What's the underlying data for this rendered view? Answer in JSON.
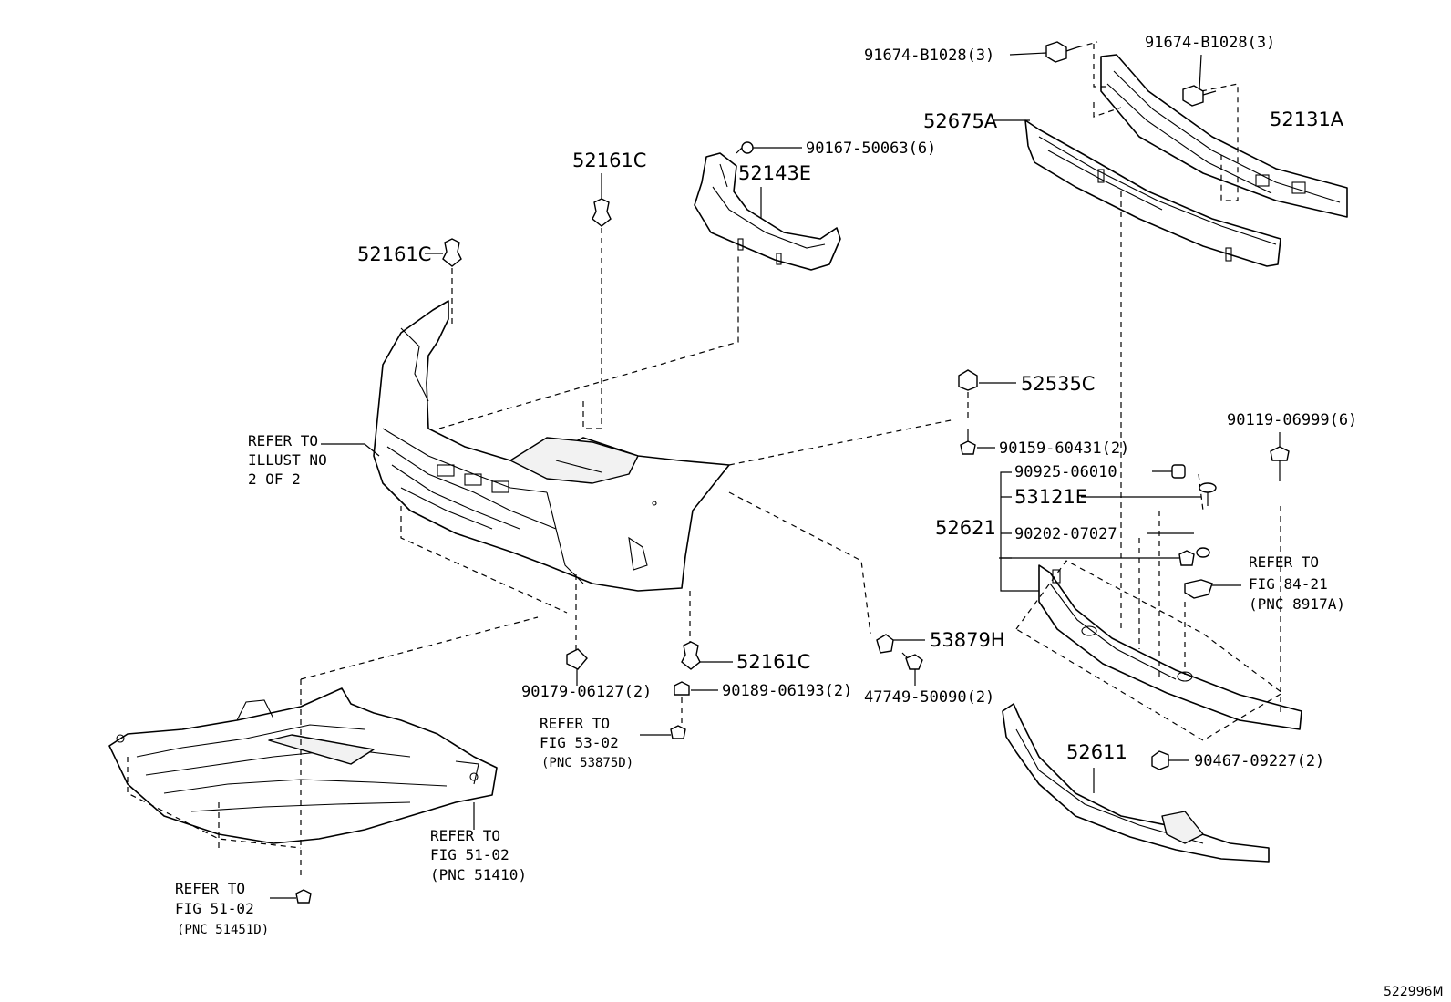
{
  "diagram_id": "522996M",
  "callouts": {
    "c91674_left": "91674-B1028(3)",
    "c91674_right": "91674-B1028(3)",
    "c52131A": "52131A",
    "c52675A": "52675A",
    "c52161C_top": "52161C",
    "c52143E": "52143E",
    "c90167": "90167-50063(6)",
    "c52161C_left": "52161C",
    "c52535C": "52535C",
    "c90159": "90159-60431(2)",
    "c90119": "90119-06999(6)",
    "c90925": "90925-06010",
    "c53121E": "53121E",
    "c52621": "52621",
    "c90202": "90202-07027",
    "c53879H": "53879H",
    "c47749": "47749-50090(2)",
    "c52161C_bottom": "52161C",
    "c90189": "90189-06193(2)",
    "c90179": "90179-06127(2)",
    "c52611": "52611",
    "c90467": "90467-09227(2)"
  },
  "references": {
    "illust": [
      "REFER TO",
      "ILLUST NO",
      "2 OF 2"
    ],
    "fig8421": [
      "REFER TO",
      "FIG 84-21",
      "(PNC 8917A)"
    ],
    "fig5302": [
      "REFER TO",
      "FIG 53-02",
      "(PNC 53875D)"
    ],
    "fig5102a": [
      "REFER TO",
      "FIG 51-02",
      "(PNC 51410)"
    ],
    "fig5102b": [
      "REFER TO",
      "FIG 51-02",
      "(PNC 51451D)"
    ]
  }
}
